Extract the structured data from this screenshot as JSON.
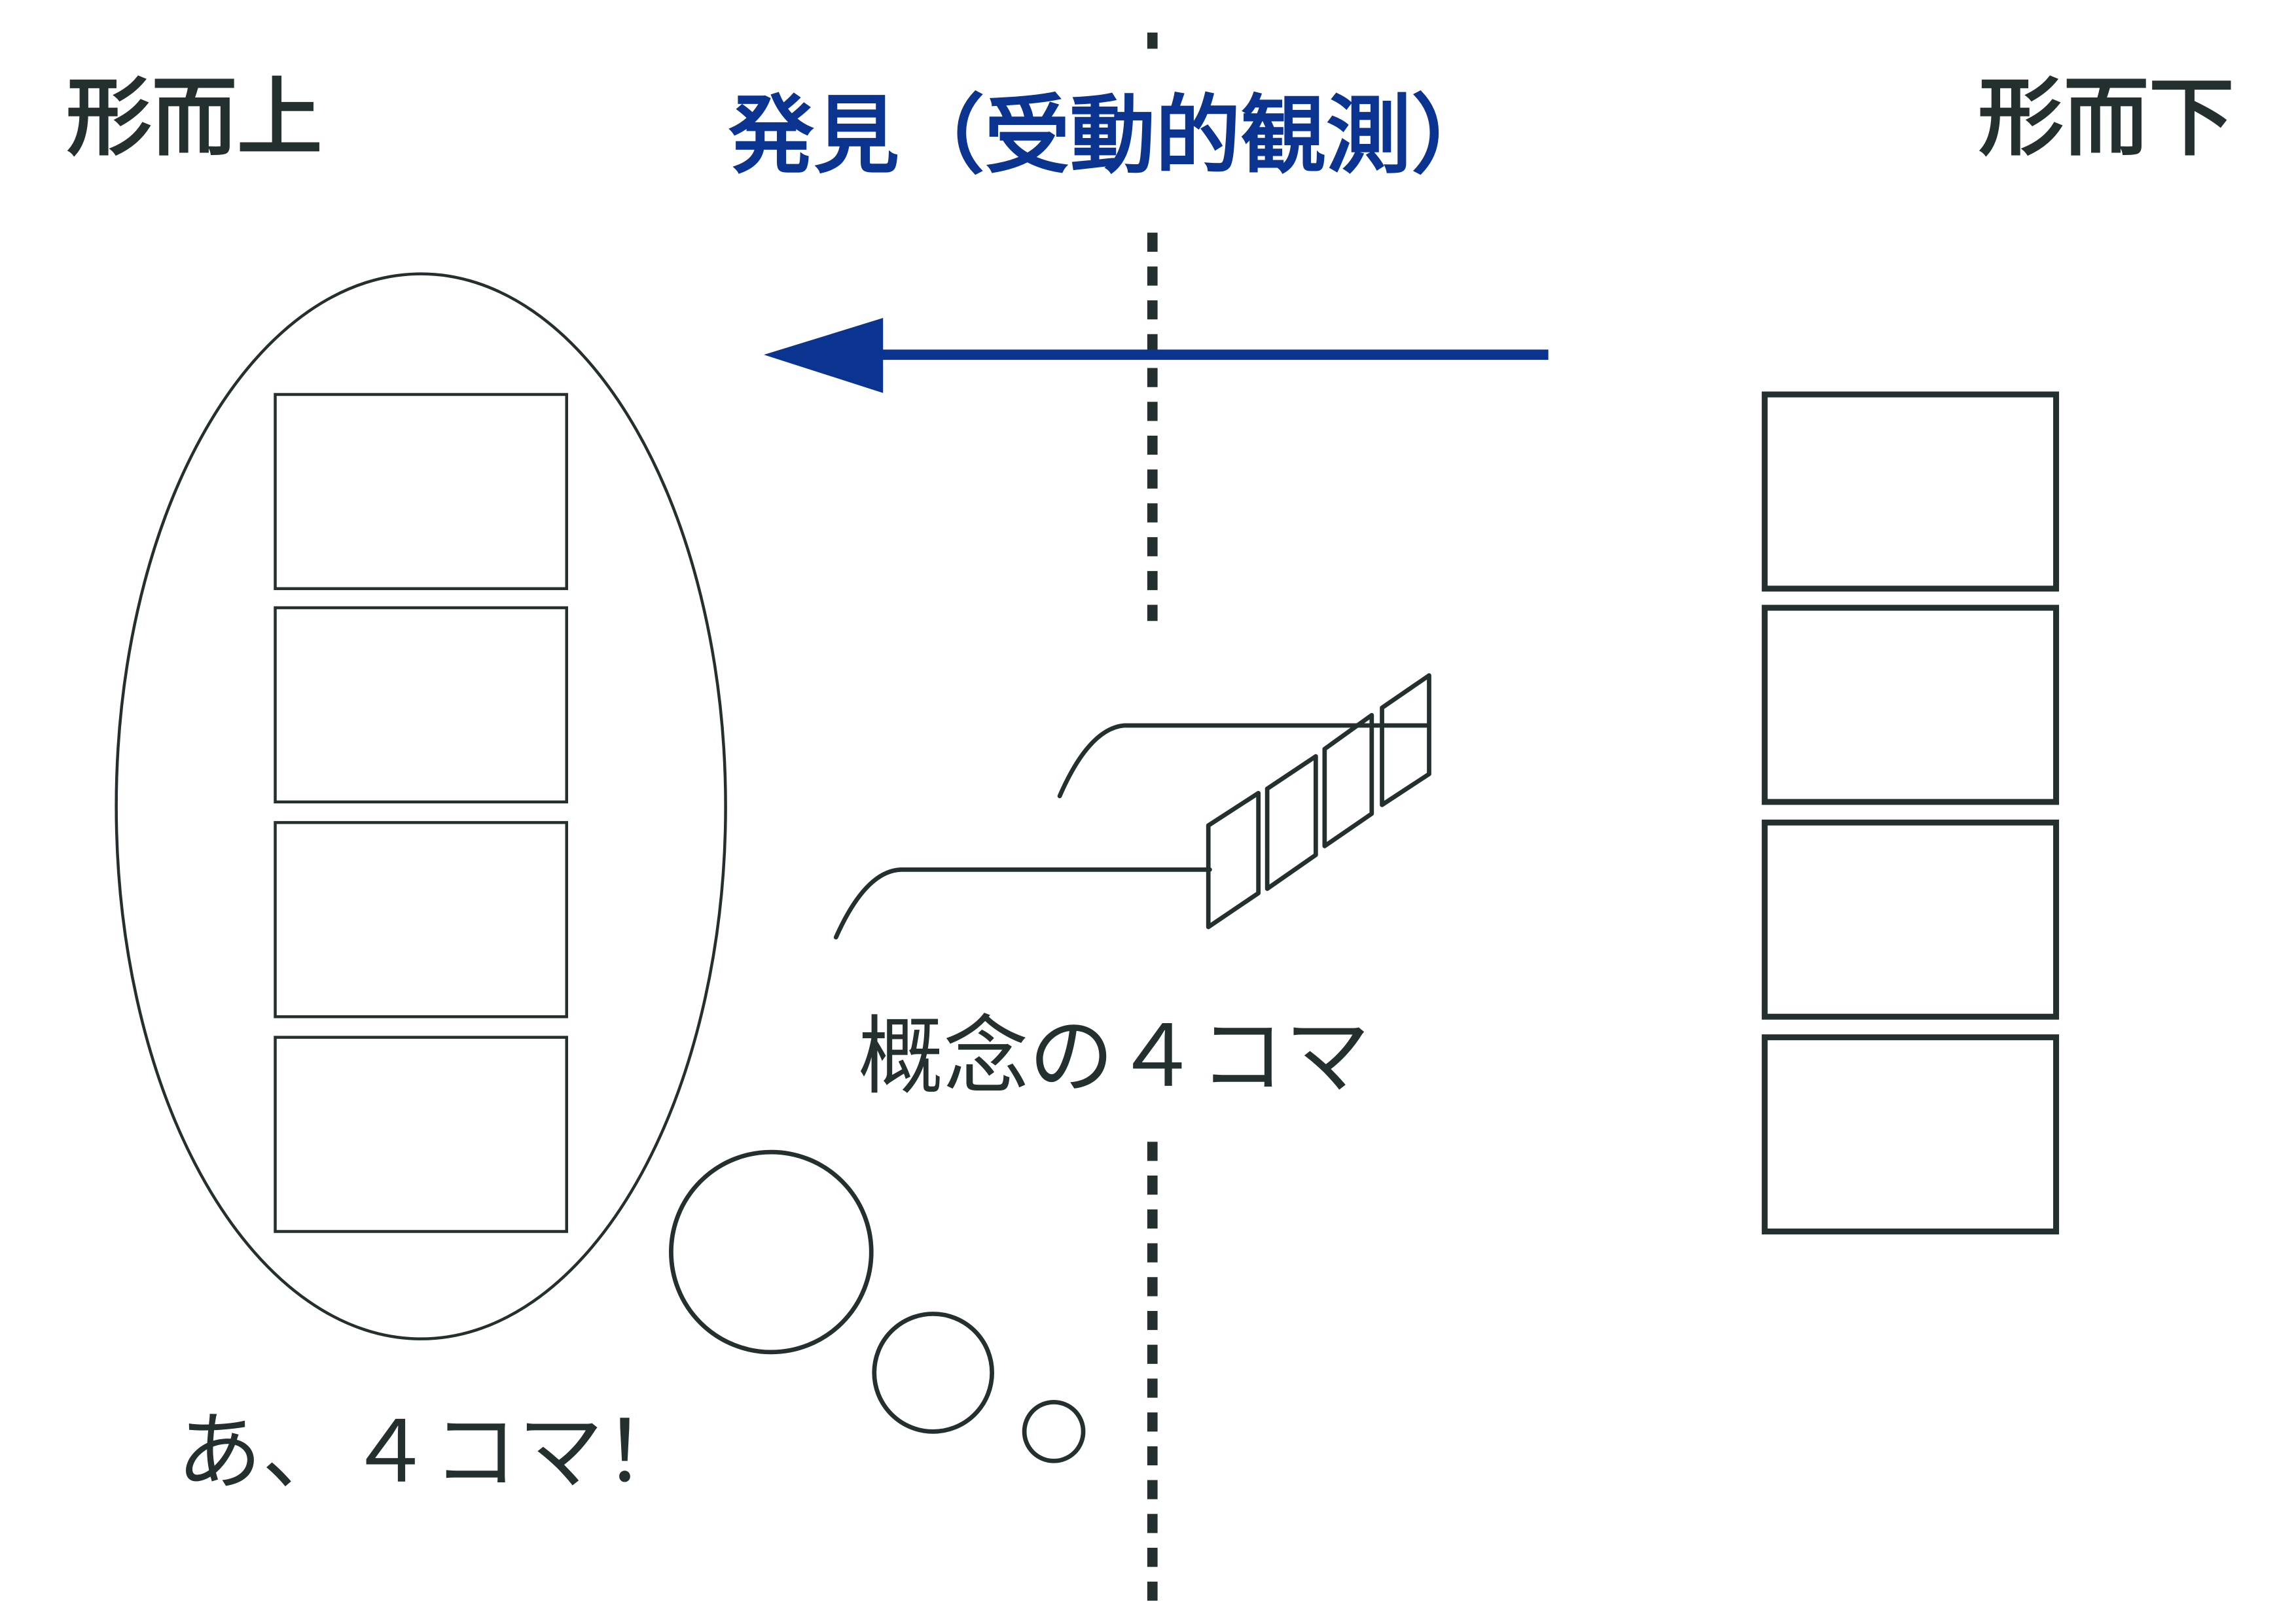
{
  "labels": {
    "metaphysical": "形而上",
    "discovery": "発見（受動的観測）",
    "physical": "形而下",
    "concept_4koma": "概念の４コマ",
    "exclamation": "あ、４コマ！"
  },
  "colors": {
    "ink": "#24302f",
    "arrow": "#0b3390",
    "background": "#ffffff"
  },
  "panel_groups": {
    "metaphysical_panels": 4,
    "physical_panels": 4,
    "concept_panels": 4
  }
}
